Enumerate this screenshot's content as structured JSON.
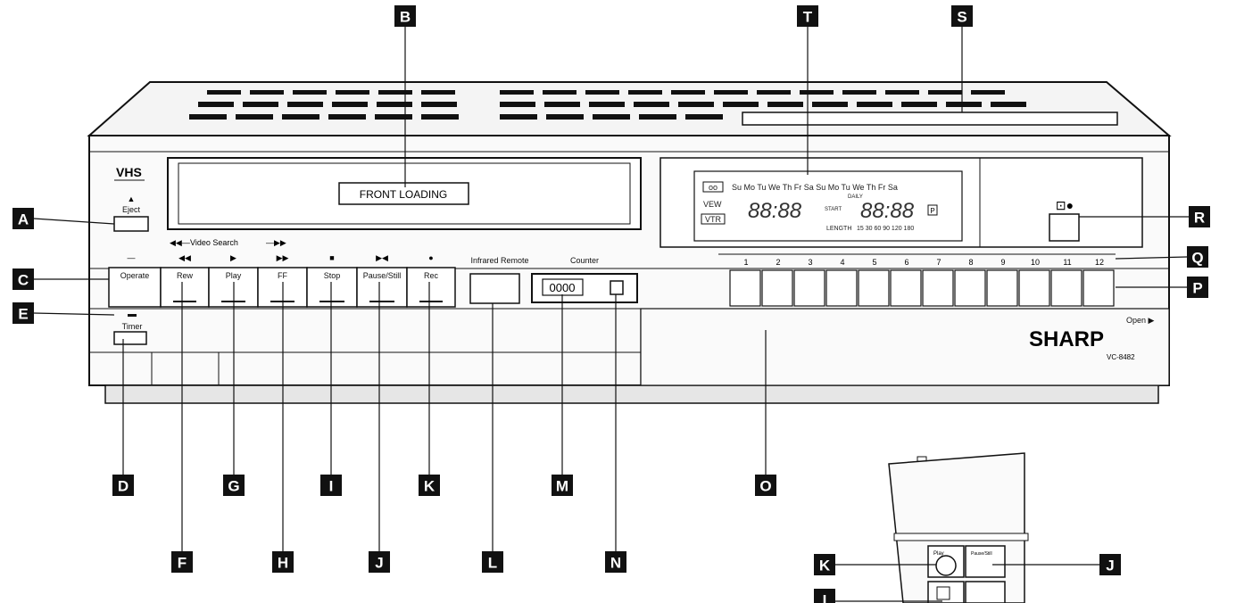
{
  "brand": {
    "logo": "SHARP",
    "model": "VC-8482",
    "format_logo": "VHS"
  },
  "cassette_door": {
    "label": "FRONT LOADING"
  },
  "eject": {
    "symbol": "▲",
    "label": "Eject"
  },
  "operate": {
    "label": "Operate",
    "symbol": "—"
  },
  "timer": {
    "label": "Timer"
  },
  "video_search": {
    "label": "Video Search"
  },
  "transport_buttons": [
    {
      "id": "rew",
      "symbol": "◀◀",
      "label": "Rew"
    },
    {
      "id": "play",
      "symbol": "▶",
      "label": "Play"
    },
    {
      "id": "ff",
      "symbol": "▶▶",
      "label": "FF"
    },
    {
      "id": "stop",
      "symbol": "■",
      "label": "Stop"
    },
    {
      "id": "pause",
      "symbol": "▶◀",
      "label": "Pause/Still"
    },
    {
      "id": "rec",
      "symbol": "●",
      "label": "Rec"
    }
  ],
  "infrared_remote": {
    "label": "Infrared Remote"
  },
  "counter": {
    "label": "Counter",
    "digits": "0000"
  },
  "open": {
    "label": "Open ▶"
  },
  "display": {
    "tape_icon": "oo",
    "days": [
      "Su",
      "Mo",
      "Tu",
      "We",
      "Th",
      "Fr",
      "Sa",
      "Su",
      "Mo",
      "Tu",
      "We",
      "Th",
      "Fr",
      "Sa"
    ],
    "vew": "VEW",
    "vtr": "VTR",
    "daily": "DAILY",
    "start": "START",
    "length": "LENGTH",
    "time_left": "88:88",
    "time_right": "88:88",
    "p_indicator": "P",
    "lengths": [
      "15",
      "30",
      "60",
      "90",
      "120",
      "180"
    ]
  },
  "channel_numbers": [
    "1",
    "2",
    "3",
    "4",
    "5",
    "6",
    "7",
    "8",
    "9",
    "10",
    "11",
    "12"
  ],
  "rec_indicator": {
    "symbol": "⊡●"
  },
  "callouts": [
    "A",
    "B",
    "C",
    "D",
    "E",
    "F",
    "G",
    "H",
    "I",
    "J",
    "K",
    "L",
    "M",
    "N",
    "O",
    "P",
    "Q",
    "R",
    "S",
    "T"
  ],
  "remote_callouts": [
    "K",
    "J",
    "I"
  ],
  "remote": {
    "play_label": "Play",
    "pause_label": "Pause/Still"
  }
}
